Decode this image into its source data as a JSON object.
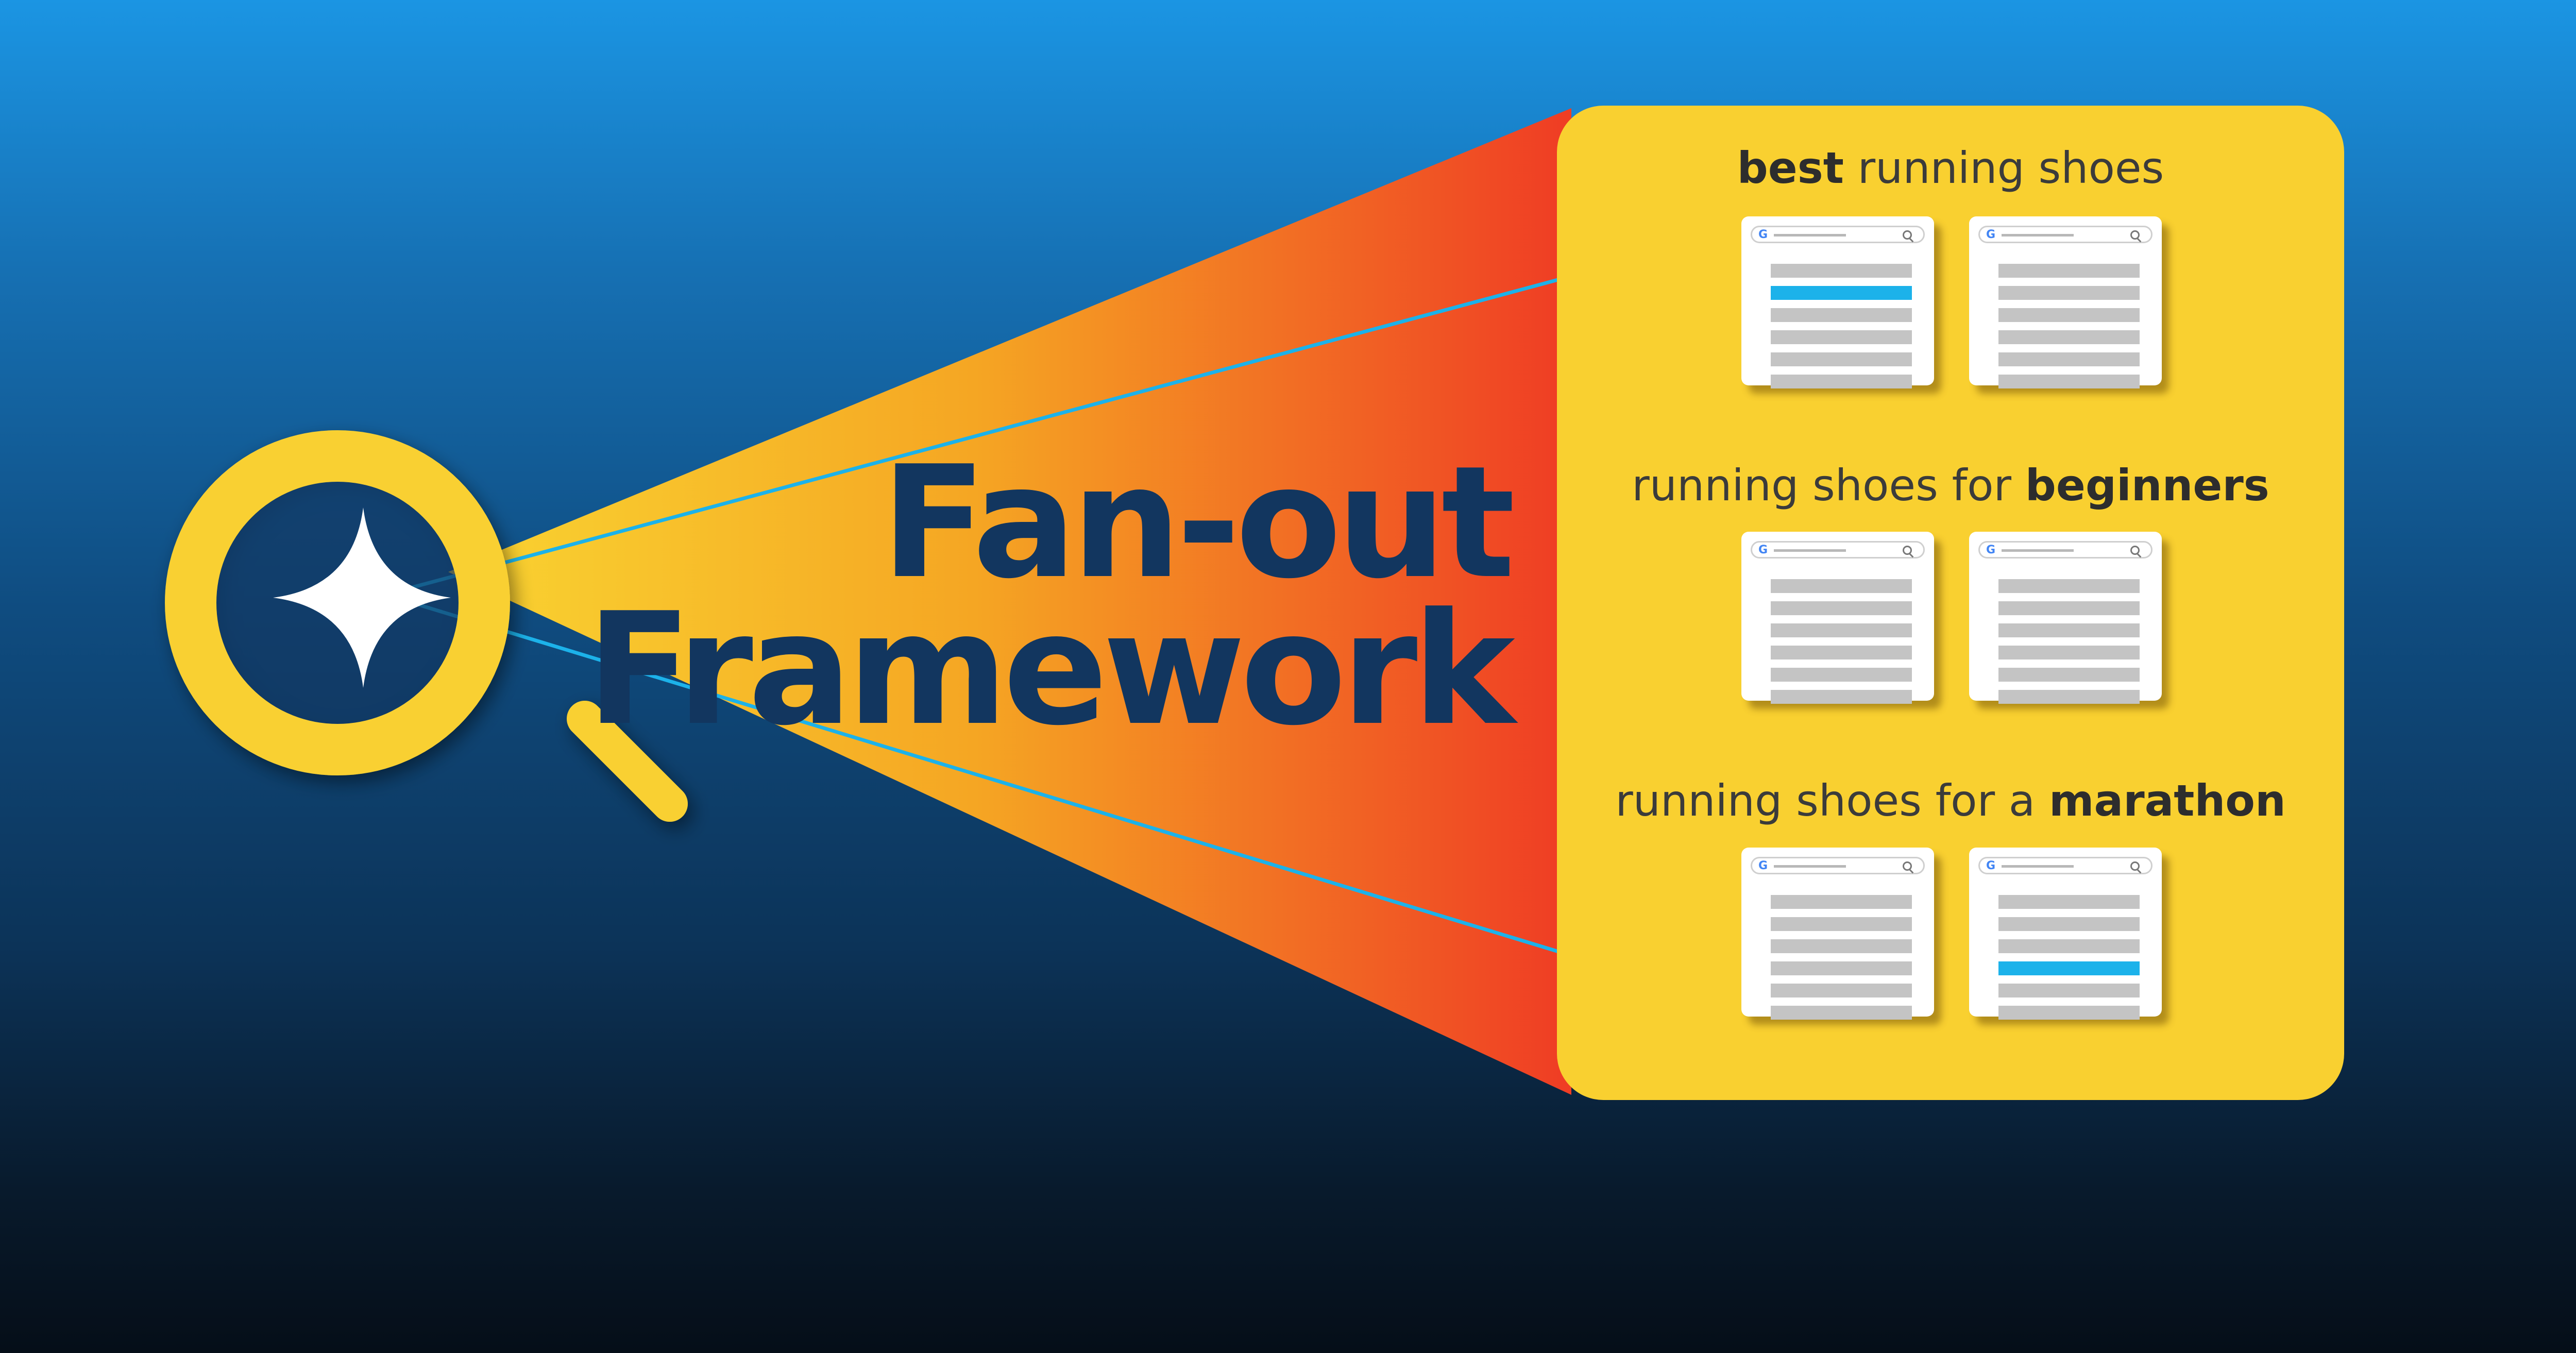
{
  "title": {
    "line1": "Fan-out",
    "line2": "Framework"
  },
  "queries": [
    {
      "plain_before": "",
      "bold": "best",
      "plain_after": " running shoes"
    },
    {
      "plain_before": "running shoes for ",
      "bold": "beginners",
      "plain_after": ""
    },
    {
      "plain_before": "running shoes for a ",
      "bold": "marathon",
      "plain_after": ""
    }
  ],
  "serp": {
    "logo_letter": "G"
  },
  "result_pages": [
    {
      "query": 0,
      "highlighted_row": 1
    },
    {
      "query": 0,
      "highlighted_row": null
    },
    {
      "query": 1,
      "highlighted_row": null
    },
    {
      "query": 1,
      "highlighted_row": null
    },
    {
      "query": 2,
      "highlighted_row": null
    },
    {
      "query": 2,
      "highlighted_row": 3
    }
  ],
  "icons": {
    "search": "magnifier-icon",
    "spark": "four-point-star-icon",
    "engine": "google-g-icon"
  },
  "colors": {
    "navy": "#12365f",
    "yellow": "#f9d030",
    "orange": "#f5a623",
    "red": "#ef3e24",
    "highlight_blue": "#1cb2ea",
    "row_gray": "#c4c4c4"
  }
}
